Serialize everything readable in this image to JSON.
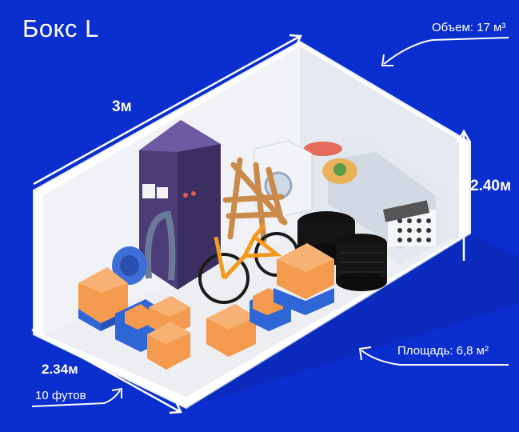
{
  "title": "Бокс L",
  "volume_label": "Объем: 17 м³",
  "length_label": "3м",
  "height_label": "2.40м",
  "depth_label": "2.34м",
  "feet_label": "10 футов",
  "area_label": "Площадь: 6,8 м²",
  "colors": {
    "background": "#0b2ecf",
    "wall": "#ffffff",
    "box": "#f39a4e",
    "blue_box": "#2f66d6",
    "cabinet": "#5b4a8a",
    "sofa": "#e6ecf2",
    "tire": "#111111",
    "bike": "#f39a1e"
  }
}
